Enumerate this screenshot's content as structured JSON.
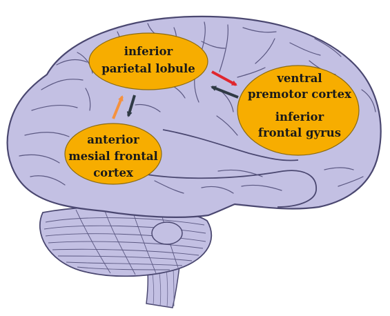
{
  "regions": {
    "parietal": {
      "line1": "inferior",
      "line2": "parietal lobule"
    },
    "frontal": {
      "line1": "anterior",
      "line2": "mesial frontal",
      "line3": "cortex"
    },
    "premotor": {
      "line1": "ventral",
      "line2": "premotor cortex",
      "line3": "inferior",
      "line4": "frontal gyrus"
    }
  },
  "colors": {
    "brain_fill": "#c3c0e3",
    "brain_outline": "#4a4770",
    "sulcus": "#5a5781",
    "region_fill": "#f7ad00",
    "region_outline": "#8a6a10",
    "arrow_red": "#e0262e",
    "arrow_orange": "#f5923e",
    "arrow_dark": "#2f3a45"
  }
}
